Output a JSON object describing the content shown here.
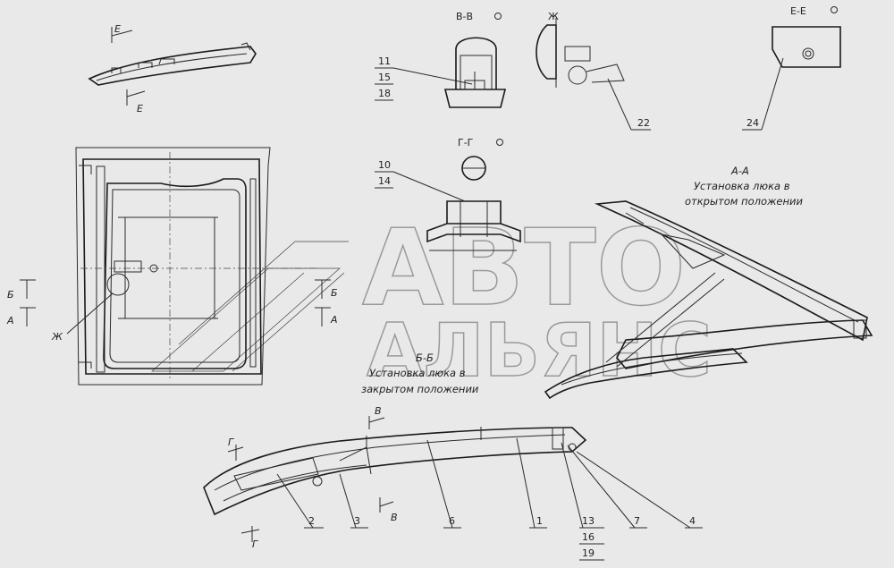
{
  "sections": {
    "vv": "В-В",
    "zh": "Ж",
    "ee": "Е-Е",
    "gg": "Г-Г",
    "aa": "А-А",
    "bb": "Б-Б"
  },
  "captions": {
    "aa_line1": "Установка люка в",
    "aa_line2": "открытом положении",
    "bb_line1": "Установка люка в",
    "bb_line2": "закрытом положении"
  },
  "cut_marks": {
    "e_top": "Е",
    "e_bottom": "Е",
    "b_left": "Б",
    "a_left": "А",
    "zh_left": "Ж",
    "b_right": "Б",
    "a_right": "А",
    "v_top": "В",
    "v_bottom": "В",
    "g_top": "Г",
    "g_bottom": "Г"
  },
  "callouts": {
    "c11": "11",
    "c15": "15",
    "c18": "18",
    "c22": "22",
    "c24": "24",
    "c10": "10",
    "c14": "14",
    "c2": "2",
    "c3": "3",
    "c6": "6",
    "c1": "1",
    "c13": "13",
    "c16": "16",
    "c19": "19",
    "c7": "7",
    "c4": "4"
  },
  "watermark": {
    "line1": "АВТО",
    "line2": "АЛЬЯНС"
  }
}
